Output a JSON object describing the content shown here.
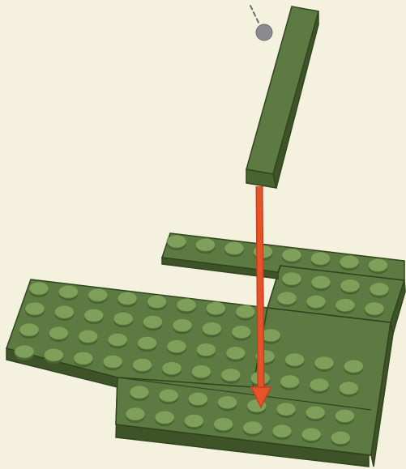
{
  "colors": {
    "background": "#f5f1df",
    "brick_top": "#5e7a43",
    "brick_side": "#3e5428",
    "brick_edge": "#30441e",
    "stud_top": "#7ea05a",
    "stud_side": "#4a6431",
    "arrow": "#e5532a",
    "marker": "#8a8b90"
  },
  "icons": {
    "falling_piece": "flat-tile-1x8",
    "direction": "down-arrow",
    "origin_marker": "gray-dot-with-dashed-leader"
  }
}
